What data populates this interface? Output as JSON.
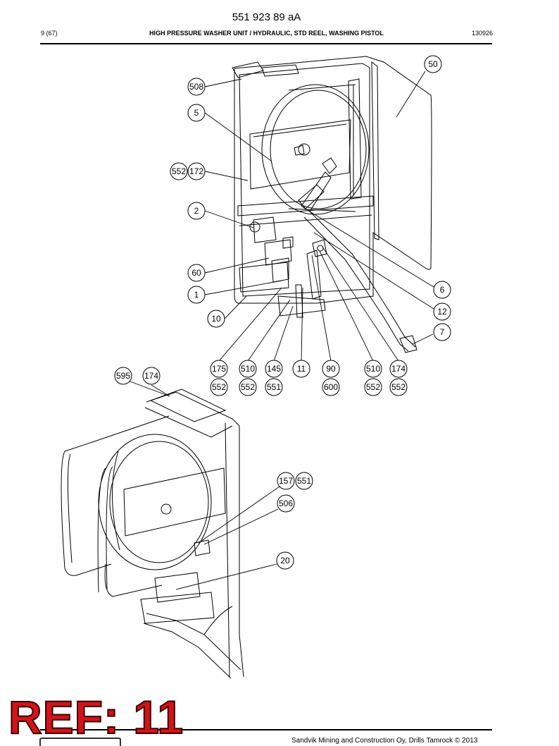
{
  "header": {
    "doc_number": "551 923 89 aA",
    "page": "9 (67)",
    "title": "HIGH PRESSURE WASHER UNIT / HYDRAULIC, STD REEL, WASHING PISTOL",
    "date_code": "130926"
  },
  "callouts": [
    "508",
    "5",
    "552",
    "172",
    "2",
    "60",
    "1",
    "10",
    "50",
    "6",
    "12",
    "7",
    "175",
    "552",
    "510",
    "552",
    "145",
    "551",
    "11",
    "90",
    "600",
    "510",
    "552",
    "174",
    "552",
    "595",
    "174",
    "157",
    "551",
    "506",
    "20"
  ],
  "ref_stamp": "REF: 11",
  "footer": {
    "copyright": "Sandvik Mining and Construction Oy, Drills Tamrock © 2013"
  },
  "colors": {
    "ref_red": "#d2131a",
    "line": "#000000"
  }
}
